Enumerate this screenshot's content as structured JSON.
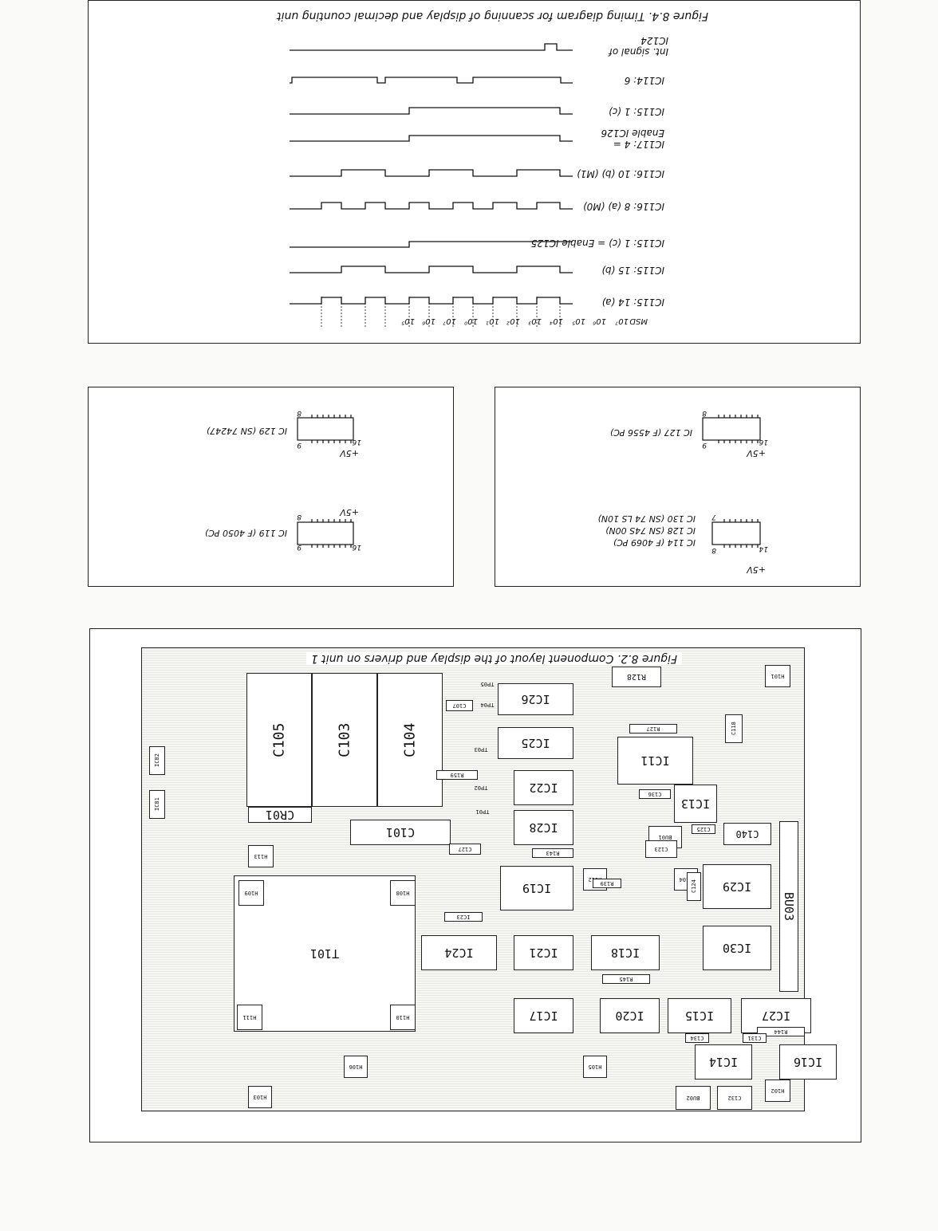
{
  "timing": {
    "caption": "Figure 8.4. Timing diagram for scanning of display and decimal counting unit",
    "signals": [
      {
        "name": "Int. signal of IC124"
      },
      {
        "name": "IC114: 6"
      },
      {
        "name": "IC115: 1 (c)"
      },
      {
        "name": "IC117: 4 = Enable IC126"
      },
      {
        "name": "IC116: 10 (b) (M1)"
      },
      {
        "name": "IC116: 8 (a) (M0)"
      },
      {
        "name": "IC115: 1 (c) = Enable IC125"
      },
      {
        "name": "IC115: 15 (b)"
      },
      {
        "name": "IC115: 14 (a)"
      }
    ],
    "digits": [
      "MSD",
      "10⁷",
      "10⁶",
      "10⁵",
      "10⁴",
      "10³",
      "10²",
      "10¹",
      "10⁰",
      "10⁷",
      "10⁶",
      "10⁵"
    ]
  },
  "pinouts_left": {
    "chips": [
      {
        "name": "IC 129 (SN 74247)",
        "supply": "+5V",
        "pin_a": "16",
        "pin_b": "9",
        "pin_c": "8"
      },
      {
        "name": "IC 119 (F 4050 PC)",
        "supply": "+5V",
        "pin_a": "16",
        "pin_b": "9",
        "pin_c": "8"
      }
    ]
  },
  "pinouts_right": {
    "chips": [
      {
        "name": "IC 127 (F 4556 PC)",
        "supply": "+5V",
        "pin_a": "16",
        "pin_b": "9",
        "pin_c": "8"
      },
      {
        "name": "IC 114 (F 4069 PC)",
        "name2": "IC 128 (SN 74S 00N)",
        "name3": "IC 130 (SN 74 LS 10N)",
        "supply": "+5V",
        "pin_a": "14",
        "pin_b": "8",
        "pin_c": "7"
      }
    ]
  },
  "layout": {
    "caption": "Figure 8.2. Component layout of the display and drivers on unit 1",
    "components": {
      "c105": "C105",
      "c103": "C103",
      "c104": "C104",
      "ic26": "IC26",
      "ic25": "IC25",
      "ic22": "IC22",
      "ic28": "IC28",
      "ic19": "IC19",
      "ic11": "IC11",
      "ic13": "IC13",
      "ic29": "IC29",
      "ic30": "IC30",
      "ic18": "IC18",
      "ic21": "IC21",
      "ic24": "IC24",
      "ic17": "IC17",
      "ic20": "IC20",
      "ic15": "IC15",
      "ic27": "IC27",
      "ic14": "IC14",
      "ic16": "IC16",
      "t101": "T101",
      "cr01": "CR01",
      "c101": "C101",
      "c140": "C140",
      "bu03": "BU03",
      "bu01": "BU01",
      "bu02": "BU02",
      "r128": "R128",
      "r139": "R139",
      "r145": "R145",
      "r143": "R143",
      "r144": "R144",
      "r159": "R159",
      "r127": "R127",
      "h101": "H101",
      "h102": "H102",
      "h103": "H103",
      "h104": "H104",
      "h105": "H105",
      "h106": "H106",
      "h108": "H108",
      "h109": "H109",
      "h110": "H110",
      "h111": "H111",
      "h112": "H112",
      "h113": "H113",
      "c132": "C132",
      "c136": "C136",
      "c131": "C131",
      "c134": "C134",
      "c127": "C127",
      "c107": "C107",
      "c123": "C123",
      "c125": "C125",
      "c124": "C124",
      "c118": "C118",
      "ic23": "IC23",
      "ic82": "IC82",
      "ic81": "IC81",
      "tp01": "TP01",
      "tp02": "TP02",
      "tp03": "TP03",
      "tp04": "TP04",
      "tp05": "TP05"
    }
  }
}
